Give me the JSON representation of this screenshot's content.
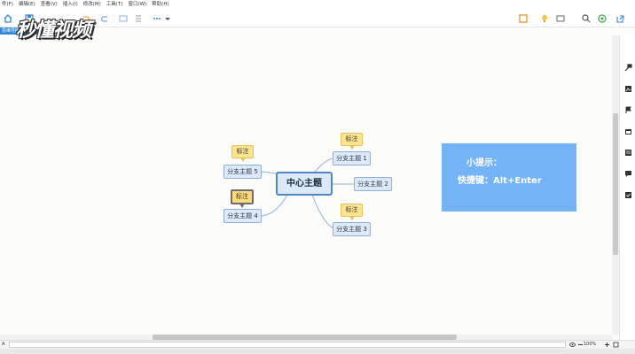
{
  "menu": [
    "件(F)",
    "编辑(E)",
    "查看(V)",
    "插入(I)",
    "修改(M)",
    "工具(T)",
    "窗口(W)",
    "帮助(H)"
  ],
  "doc_tab": "思维导图 *",
  "watermark": "秒懂视频",
  "map": {
    "central": "中心主题",
    "branches": [
      "分支主题 1",
      "分支主题 2",
      "分支主题 3",
      "分支主题 4",
      "分支主题 5"
    ],
    "callout": "标注"
  },
  "hint": {
    "line1": "小提示：",
    "line2": "快捷键：Alt+Enter"
  },
  "status": {
    "left": "A",
    "zoom": "100%"
  },
  "colors": {
    "accent": "#2f86d6",
    "hint_bg": "#74b3f5",
    "callout_bg": "#fde48f",
    "node_bg": "#dce9f8"
  },
  "icons": {
    "toolbar": [
      "home-icon",
      "save-icon",
      "undo-icon",
      "redo-icon",
      "more-icon",
      "export-icon",
      "idea-icon",
      "presentation-icon",
      "zoom-icon",
      "share-icon",
      "share-out-icon"
    ],
    "sidebar": [
      "format-brush-icon",
      "image-icon",
      "flag-icon",
      "calendar-icon",
      "note-icon",
      "comment-icon",
      "task-icon"
    ]
  }
}
